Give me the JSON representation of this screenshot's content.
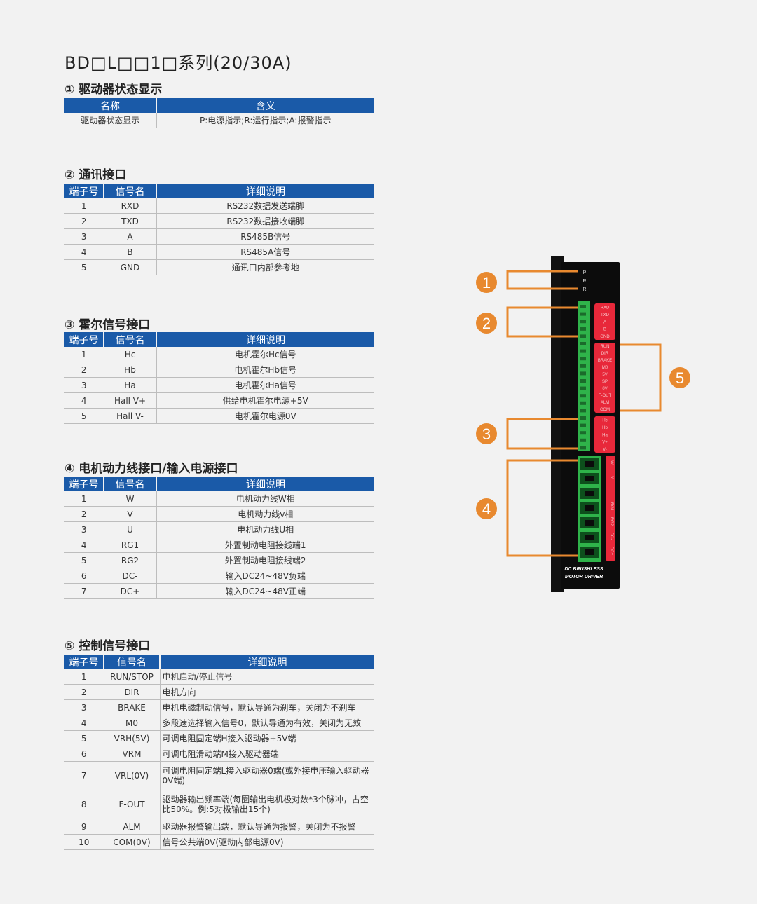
{
  "title": "BD□L□□1□系列(20/30A)",
  "sections": {
    "s1": {
      "title": "① 驱动器状态显示",
      "headers": [
        "名称",
        "含义"
      ],
      "rows": [
        [
          "驱动器状态显示",
          "P:电源指示;R:运行指示;A:报警指示"
        ]
      ]
    },
    "s2": {
      "title": "② 通讯接口",
      "headers": [
        "端子号",
        "信号名",
        "详细说明"
      ],
      "rows": [
        [
          "1",
          "RXD",
          "RS232数据发送端脚"
        ],
        [
          "2",
          "TXD",
          "RS232数据接收端脚"
        ],
        [
          "3",
          "A",
          "RS485B信号"
        ],
        [
          "4",
          "B",
          "RS485A信号"
        ],
        [
          "5",
          "GND",
          "通讯口内部参考地"
        ]
      ]
    },
    "s3": {
      "title": "③ 霍尔信号接口",
      "headers": [
        "端子号",
        "信号名",
        "详细说明"
      ],
      "rows": [
        [
          "1",
          "Hc",
          "电机霍尔Hc信号"
        ],
        [
          "2",
          "Hb",
          "电机霍尔Hb信号"
        ],
        [
          "3",
          "Ha",
          "电机霍尔Ha信号"
        ],
        [
          "4",
          "Hall V+",
          "供给电机霍尔电源+5V"
        ],
        [
          "5",
          "Hall V-",
          "电机霍尔电源0V"
        ]
      ]
    },
    "s4": {
      "title": "④ 电机动力线接口/输入电源接口",
      "headers": [
        "端子号",
        "信号名",
        "详细说明"
      ],
      "rows": [
        [
          "1",
          "W",
          "电机动力线W相"
        ],
        [
          "2",
          "V",
          "电机动力线v相"
        ],
        [
          "3",
          "U",
          "电机动力线U相"
        ],
        [
          "4",
          "RG1",
          "外置制动电阻接线端1"
        ],
        [
          "5",
          "RG2",
          "外置制动电阻接线端2"
        ],
        [
          "6",
          "DC-",
          "输入DC24~48V负端"
        ],
        [
          "7",
          "DC+",
          "输入DC24~48V正端"
        ]
      ]
    },
    "s5": {
      "title": "⑤ 控制信号接口",
      "headers": [
        "端子号",
        "信号名",
        "详细说明"
      ],
      "rows": [
        [
          "1",
          "RUN/STOP",
          "电机启动/停止信号"
        ],
        [
          "2",
          "DIR",
          "电机方向"
        ],
        [
          "3",
          "BRAKE",
          "电机电磁制动信号，默认导通为刹车，关闭为不刹车"
        ],
        [
          "4",
          "M0",
          "多段速选择输入信号0，默认导通为有效，关闭为无效"
        ],
        [
          "5",
          "VRH(5V)",
          "可调电阻固定端H接入驱动器+5V端"
        ],
        [
          "6",
          "VRM",
          "可调电阻滑动端M接入驱动器端"
        ],
        [
          "7",
          "VRL(0V)",
          "可调电阻固定端L接入驱动器0端(或外接电压输入驱动器0V端)"
        ],
        [
          "8",
          "F-OUT",
          "驱动器输出频率端(每圈输出电机极对数*3个脉冲，占空比50%。例:5对极输出15个)"
        ],
        [
          "9",
          "ALM",
          "驱动器报警输出端，默认导通为报警，关闭为不报警"
        ],
        [
          "10",
          "COM(0V)",
          "信号公共端0V(驱动内部电源0V)"
        ]
      ]
    }
  },
  "driver": {
    "leds": [
      "P",
      "R",
      "R"
    ],
    "comm_labels": [
      "RXD",
      "TXD",
      "A",
      "B",
      "GND"
    ],
    "ctrl_labels": [
      "RUN",
      "DIR",
      "BRAKE",
      "M0",
      "5V",
      "SP",
      "0V",
      "F-OUT",
      "ALM",
      "COM"
    ],
    "hall_labels": [
      "Hc",
      "Hb",
      "Ha",
      "V+",
      "V-"
    ],
    "power_labels": [
      "W",
      "V",
      "U",
      "RG1",
      "RG2",
      "DC-",
      "DC+"
    ],
    "brand_line1": "DC BRUSHLESS",
    "brand_line2": "MOTOR DRIVER",
    "callouts": [
      "1",
      "2",
      "3",
      "4",
      "5"
    ],
    "colors": {
      "accent": "#e8892f",
      "header": "#1a5aa8",
      "terminal": "#2fb34a",
      "label_bg": "#e8283a"
    }
  }
}
